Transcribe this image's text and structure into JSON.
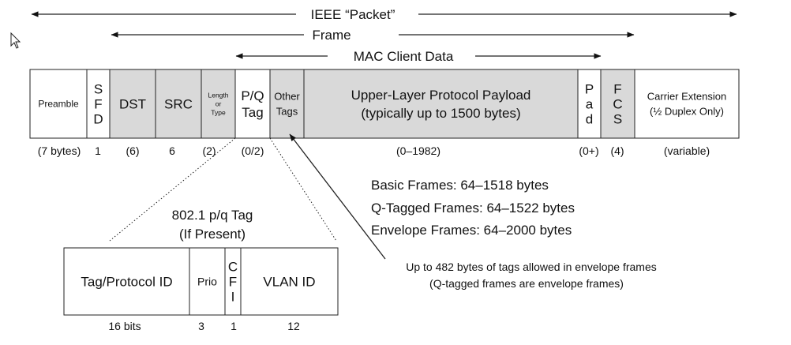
{
  "spans": {
    "packet": "IEEE “Packet”",
    "frame": "Frame",
    "mac_client": "MAC Client Data"
  },
  "fields": [
    {
      "label": "Preamble",
      "size": "(7 bytes)",
      "shade": "white"
    },
    {
      "label": "S\nF\nD",
      "size": "1",
      "shade": "white"
    },
    {
      "label": "DST",
      "size": "(6)",
      "shade": "grey"
    },
    {
      "label": "SRC",
      "size": "6",
      "shade": "grey"
    },
    {
      "label": "Length\nor\nType",
      "size": "(2)",
      "shade": "grey"
    },
    {
      "label": "P/Q\nTag",
      "size": "(0/2)",
      "shade": "white"
    },
    {
      "label": "Other\nTags",
      "size": "",
      "shade": "grey"
    },
    {
      "label": "Upper-Layer Protocol Payload\n(typically up to 1500 bytes)",
      "size": "(0–1982)",
      "shade": "grey"
    },
    {
      "label": "P\na\nd",
      "size": "(0+)",
      "shade": "white"
    },
    {
      "label": "F\nC\nS",
      "size": "(4)",
      "shade": "grey"
    },
    {
      "label": "Carrier Extension\n(½ Duplex Only)",
      "size": "(variable)",
      "shade": "white"
    }
  ],
  "frame_sizes": [
    "Basic Frames: 64–1518 bytes",
    "Q-Tagged Frames: 64–1522 bytes",
    "Envelope Frames: 64–2000 bytes"
  ],
  "tag_note": [
    "Up to 482 bytes of tags allowed in envelope frames",
    "(Q-tagged frames are envelope frames)"
  ],
  "tag_title": [
    "802.1 p/q Tag",
    "(If Present)"
  ],
  "tag_fields": [
    {
      "label": "Tag/Protocol ID",
      "bits": "16 bits"
    },
    {
      "label": "Prio",
      "bits": "3"
    },
    {
      "label": "C\nF\nI",
      "bits": "1"
    },
    {
      "label": "VLAN ID",
      "bits": "12"
    }
  ]
}
